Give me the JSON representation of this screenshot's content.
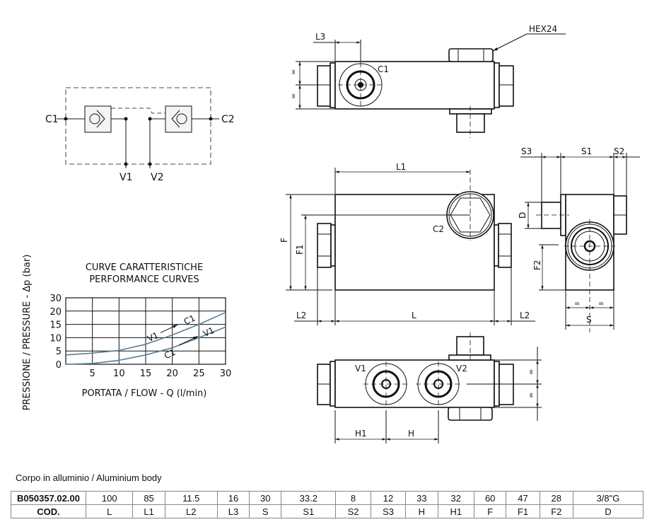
{
  "schematic": {
    "ports": {
      "c1": "C1",
      "c2": "C2",
      "v1": "V1",
      "v2": "V2"
    }
  },
  "top_view": {
    "hex_label": "HEX24",
    "l3": "L3",
    "c1": "C1",
    "eq": "="
  },
  "front_view": {
    "l1": "L1",
    "f": "F",
    "f1": "F1",
    "l2_left": "L2",
    "l": "L",
    "l2_right": "L2",
    "c2": "C2"
  },
  "side_view": {
    "s3": "S3",
    "s1": "S1",
    "s2": "S2",
    "d": "D",
    "f2": "F2",
    "s": "S",
    "eq": "="
  },
  "bottom_view": {
    "v1": "V1",
    "v2": "V2",
    "h1": "H1",
    "h": "H",
    "eq": "="
  },
  "chart_data": {
    "type": "line",
    "title": "CURVE CARATTERISTICHE",
    "subtitle": "PERFORMANCE CURVES",
    "xlabel": "PORTATA / FLOW - Q (l/min)",
    "ylabel": "PRESSIONE / PRESSURE - Δp (bar)",
    "x_ticks": [
      5,
      10,
      15,
      20,
      25,
      30
    ],
    "y_ticks": [
      0,
      5,
      10,
      15,
      20,
      30
    ],
    "xlim": [
      0,
      30
    ],
    "grid": true,
    "series": [
      {
        "name": "V1 → C1",
        "from": "V1",
        "to": "C1",
        "x": [
          0,
          5,
          10,
          15,
          20,
          25,
          30
        ],
        "y": [
          3.5,
          4.2,
          5.2,
          7.5,
          11,
          15,
          19.5
        ]
      },
      {
        "name": "C1 → V1",
        "from": "C1",
        "to": "V1",
        "x": [
          0,
          5,
          10,
          15,
          20,
          25,
          30
        ],
        "y": [
          0,
          0.3,
          1.5,
          3.5,
          6.2,
          10,
          14
        ]
      }
    ],
    "line_color": "#5b7f95"
  },
  "specs": {
    "caption": "Corpo in alluminio / Aluminium body",
    "code": "B050357.02.00",
    "values": [
      "100",
      "85",
      "11.5",
      "16",
      "30",
      "33.2",
      "8",
      "12",
      "33",
      "32",
      "60",
      "47",
      "28",
      "3/8\"G"
    ],
    "header_label": "COD.",
    "headers": [
      "L",
      "L1",
      "L2",
      "L3",
      "S",
      "S1",
      "S2",
      "S3",
      "H",
      "H1",
      "F",
      "F1",
      "F2",
      "D"
    ]
  }
}
